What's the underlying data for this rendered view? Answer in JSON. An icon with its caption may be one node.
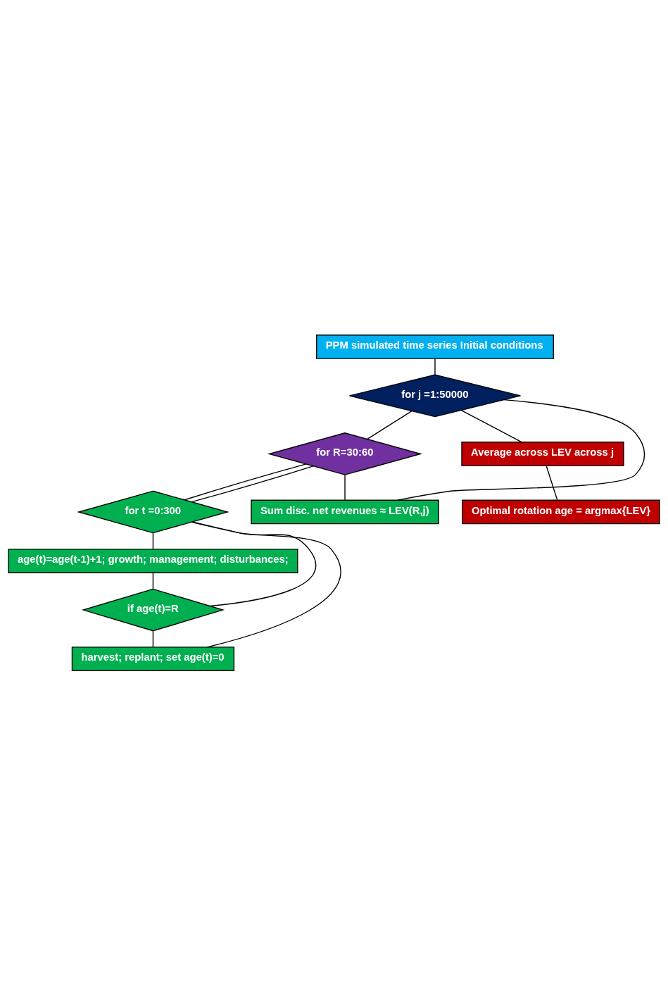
{
  "diagram": {
    "nodes": [
      {
        "text": [
          "PPM simulated time series Initial conditions"
        ]
      },
      {
        "text": [
          "for j =1:50000"
        ]
      },
      {
        "text": [
          "for R=30:60"
        ]
      },
      {
        "text": [
          "for t =0:300"
        ]
      },
      {
        "text": [
          "age(t)=age(t-1)+1; growth; management; disturbances;"
        ]
      },
      {
        "text": [
          "if age(t)=R"
        ]
      },
      {
        "text": [
          "harvest; replant; set age(t)=0"
        ]
      },
      {
        "text": [
          "Sum disc. net revenues ≈ LEV(R,j)"
        ]
      },
      {
        "text": [
          "Average across LEV across j"
        ]
      },
      {
        "text": [
          "Optimal rotation age = argmax{LEV}"
        ]
      }
    ],
    "edges": [
      {
        "from": 0,
        "to": 1,
        "arrow": "none"
      },
      {
        "from": 1,
        "to": 2,
        "arrow": "none"
      },
      {
        "from": 2,
        "to": 3,
        "arrow": "none"
      },
      {
        "from": 3,
        "to": 4,
        "arrow": "none"
      },
      {
        "from": 4,
        "to": 5,
        "arrow": "none"
      },
      {
        "from": 5,
        "to": 6,
        "arrow": "none"
      },
      {
        "from": 5,
        "to": 3,
        "arrow": "none"
      },
      {
        "from": 6,
        "to": 3,
        "arrow": "none"
      },
      {
        "from": 3,
        "to": 2,
        "arrow": "none"
      },
      {
        "from": 2,
        "to": 7,
        "arrow": "none"
      },
      {
        "from": 7,
        "to": 1,
        "arrow": "none"
      },
      {
        "from": 1,
        "to": 8,
        "arrow": "none"
      },
      {
        "from": 8,
        "to": 9,
        "arrow": "none"
      }
    ]
  }
}
